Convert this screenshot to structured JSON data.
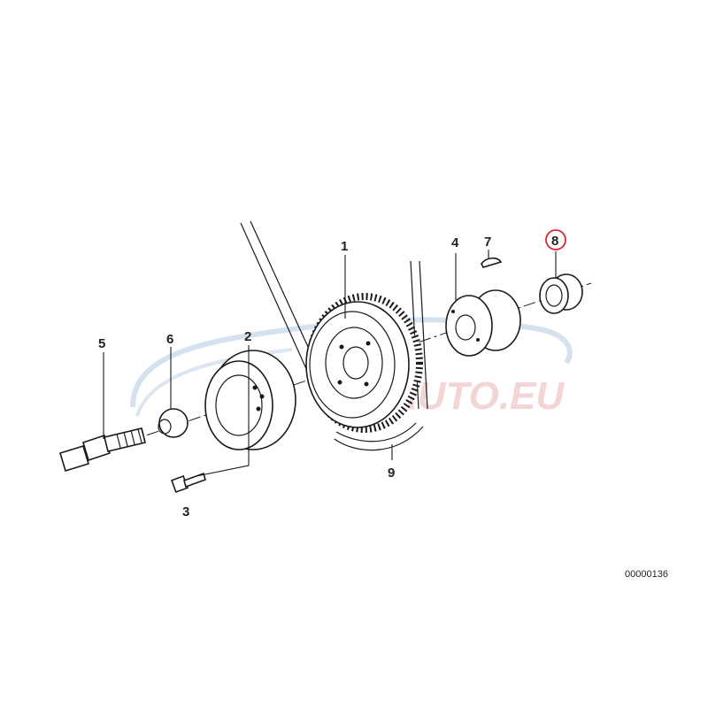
{
  "diagram": {
    "callouts": [
      {
        "id": "1",
        "label": "1"
      },
      {
        "id": "2",
        "label": "2"
      },
      {
        "id": "3",
        "label": "3"
      },
      {
        "id": "4",
        "label": "4"
      },
      {
        "id": "5",
        "label": "5"
      },
      {
        "id": "6",
        "label": "6"
      },
      {
        "id": "7",
        "label": "7"
      },
      {
        "id": "8",
        "label": "8"
      },
      {
        "id": "9",
        "label": "9"
      }
    ],
    "highlighted_callout": "8",
    "highlight_color": "#d9262c",
    "drawing_id": "00000136",
    "watermark_text": "AUTO.EU"
  }
}
